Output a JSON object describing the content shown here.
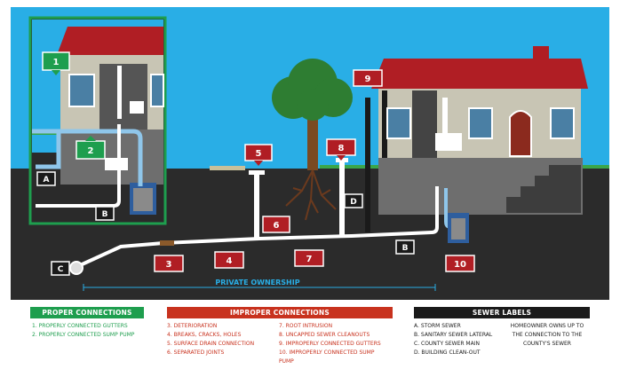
{
  "markers": {
    "m1": "1",
    "m2": "2",
    "m3": "3",
    "m4": "4",
    "m5": "5",
    "m6": "6",
    "m7": "7",
    "m8": "8",
    "m9": "9",
    "m10": "10",
    "a": "A",
    "b1": "B",
    "b2": "B",
    "c": "C",
    "d": "D"
  },
  "private_ownership": "PRIVATE OWNERSHIP",
  "legend": {
    "proper": {
      "title": "PROPER CONNECTIONS",
      "items": [
        "1. PROPERLY CONNECTED GUTTERS",
        "2. PROPERLY CONNECTED SUMP PUMP"
      ]
    },
    "improper": {
      "title": "IMPROPER CONNECTIONS",
      "col1": [
        "3. DETERIORATION",
        "4. BREAKS, CRACKS, HOLES",
        "5. SURFACE DRAIN CONNECTION",
        "6. SEPARATED JOINTS"
      ],
      "col2": [
        "7. ROOT INTRUSION",
        "8. UNCAPPED SEWER CLEANOUTS",
        "9. IMPROPERLY CONNECTED GUTTERS",
        "10. IMPROPERLY CONNECTED SUMP PUMP"
      ]
    },
    "sewer": {
      "title": "SEWER LABELS",
      "items": [
        "A. STORM SEWER",
        "B. SANITARY SEWER LATERAL",
        "C. COUNTY SEWER MAIN",
        "D. BUILDING CLEAN-OUT"
      ],
      "note": [
        "HOMEOWNER OWNS UP TO",
        "THE CONNECTION TO THE",
        "COUNTY'S SEWER"
      ]
    }
  },
  "colors": {
    "sky": "#29aee6",
    "ground": "#2d2d2d",
    "grass": "#3aa64a",
    "roof": "#b01e24",
    "wall": "#c8c5b4",
    "basement": "#6e6e6e",
    "proper": "#1e9e4e",
    "improper": "#c8321e",
    "pipe": "#ffffff",
    "storm": "#8fc6ea"
  }
}
